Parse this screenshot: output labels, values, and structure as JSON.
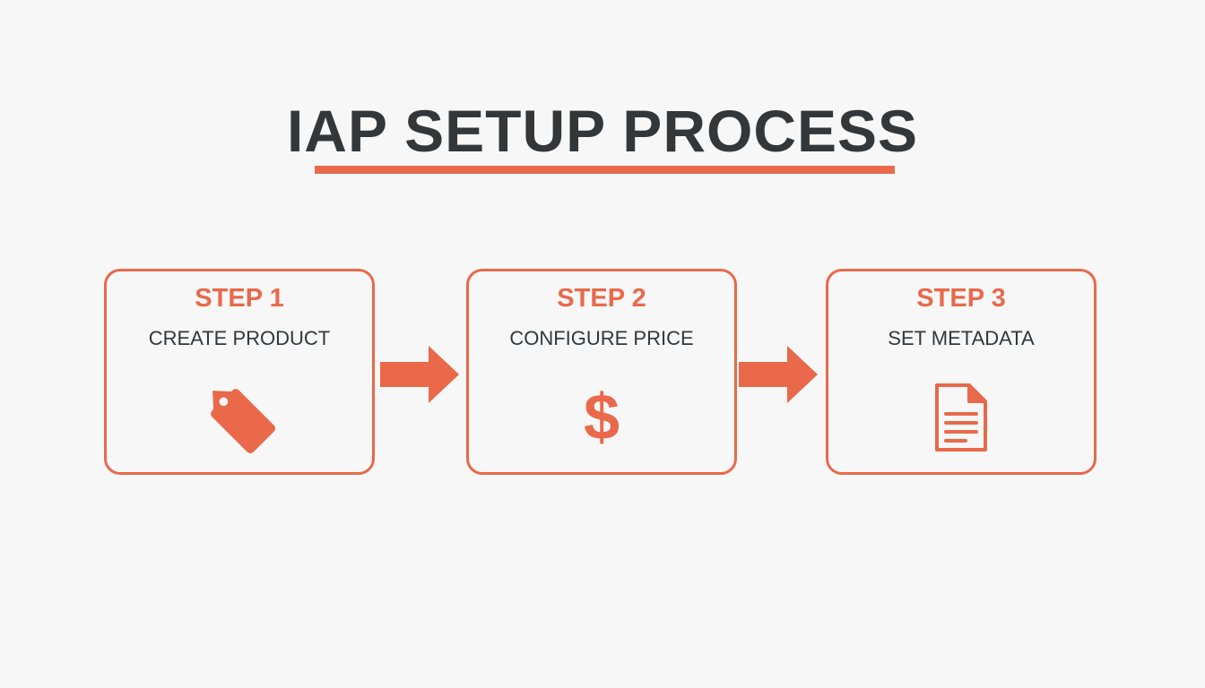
{
  "title": "IAP SETUP PROCESS",
  "colors": {
    "accent": "#e9694a",
    "text": "#33373a",
    "background": "#f7f7f7"
  },
  "steps": [
    {
      "number": "STEP 1",
      "label": "CREATE PRODUCT",
      "icon": "price-tag-icon"
    },
    {
      "number": "STEP 2",
      "label": "CONFIGURE PRICE",
      "icon": "dollar-sign-icon"
    },
    {
      "number": "STEP 3",
      "label": "SET METADATA",
      "icon": "document-icon"
    }
  ],
  "dollar_glyph": "$"
}
